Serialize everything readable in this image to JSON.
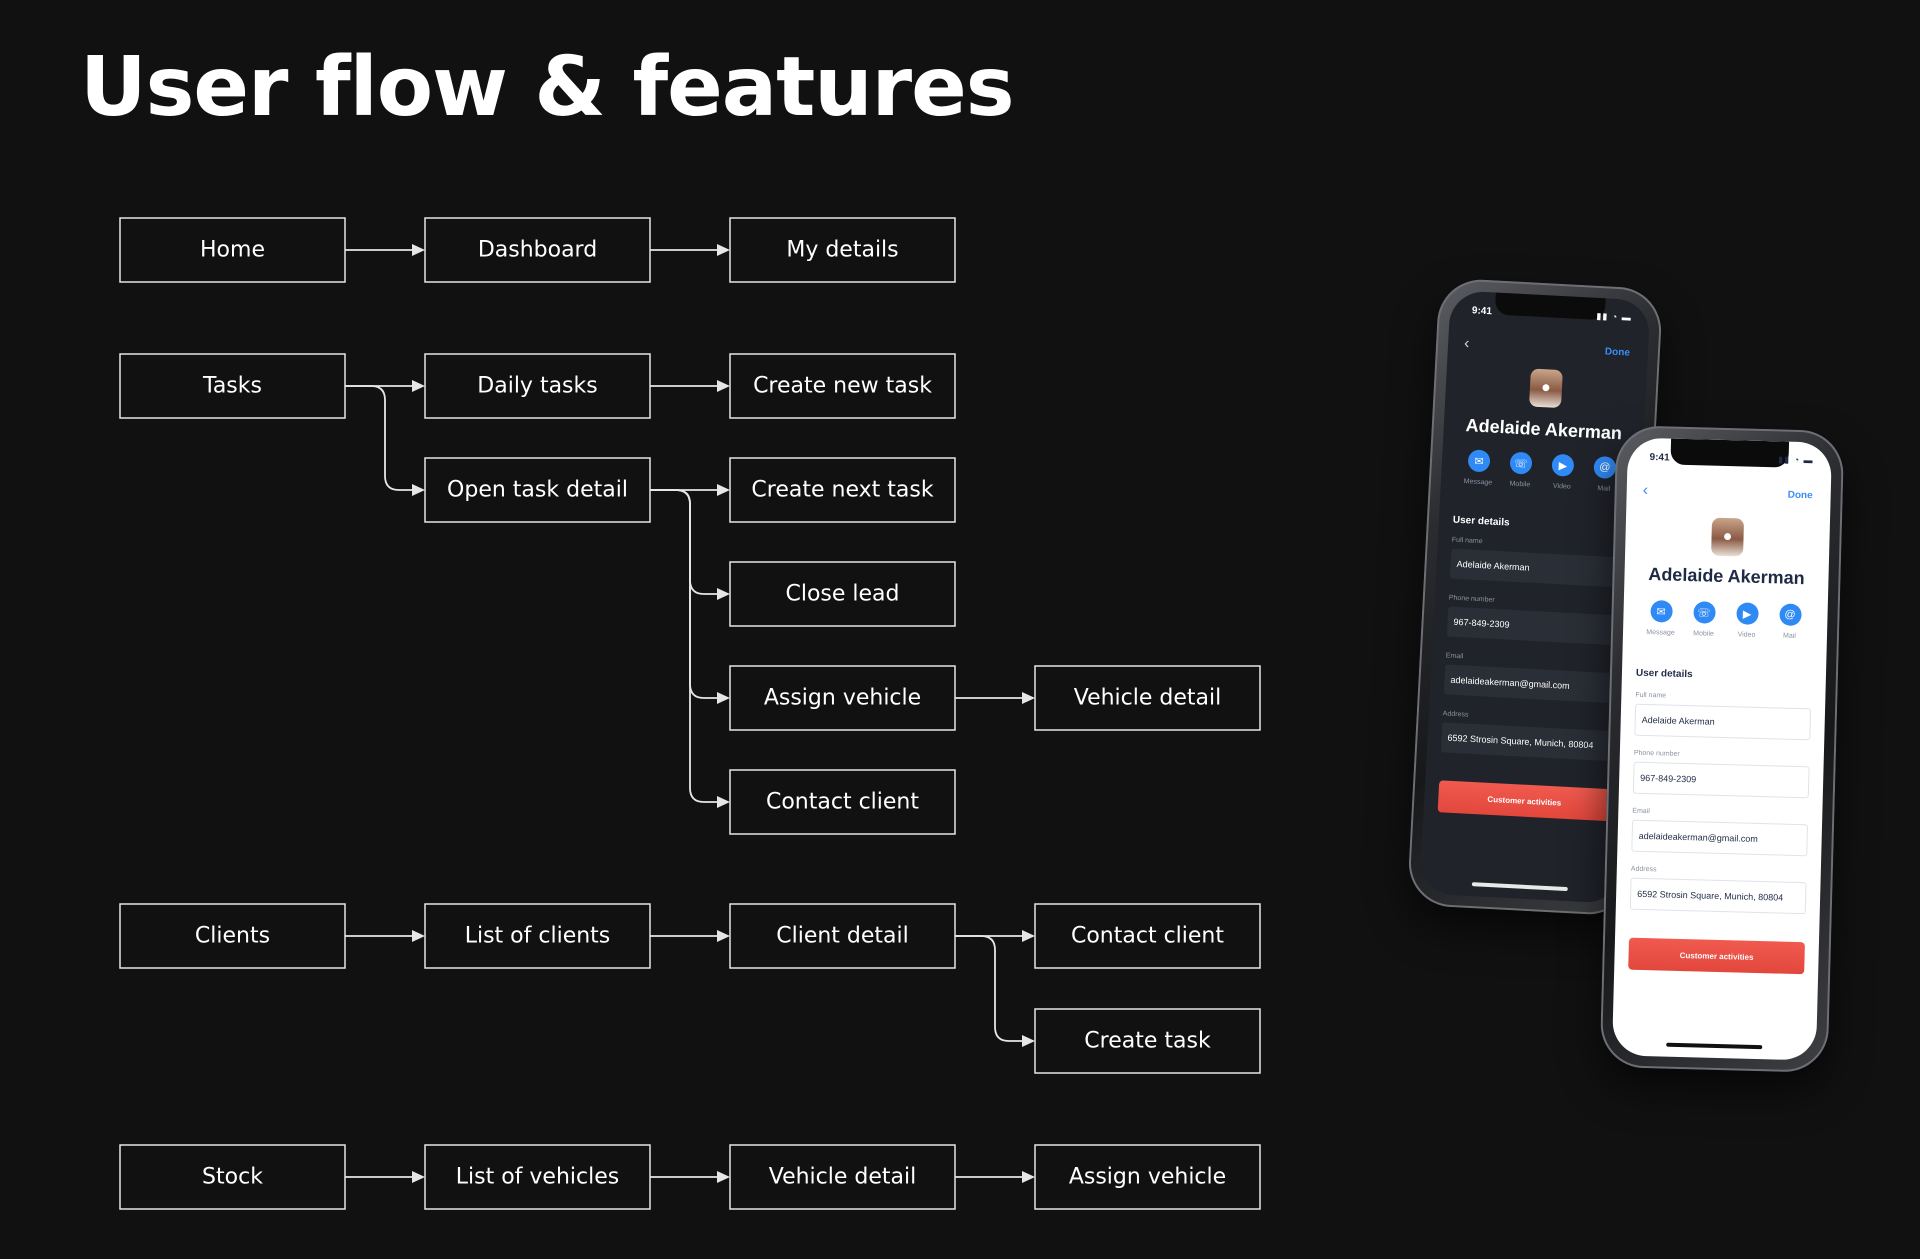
{
  "title": "User flow & features",
  "flow": {
    "nodes": [
      {
        "id": "home",
        "label": "Home"
      },
      {
        "id": "dashboard",
        "label": "Dashboard"
      },
      {
        "id": "my_details",
        "label": "My details"
      },
      {
        "id": "tasks",
        "label": "Tasks"
      },
      {
        "id": "daily_tasks",
        "label": "Daily tasks"
      },
      {
        "id": "create_new_task",
        "label": "Create new task"
      },
      {
        "id": "open_task_detail",
        "label": "Open task detail"
      },
      {
        "id": "create_next_task",
        "label": "Create next task"
      },
      {
        "id": "close_lead",
        "label": "Close lead"
      },
      {
        "id": "assign_vehicle_1",
        "label": "Assign vehicle"
      },
      {
        "id": "vehicle_detail_1",
        "label": "Vehicle detail"
      },
      {
        "id": "contact_client_1",
        "label": "Contact client"
      },
      {
        "id": "clients",
        "label": "Clients"
      },
      {
        "id": "list_of_clients",
        "label": "List of clients"
      },
      {
        "id": "client_detail",
        "label": "Client detail"
      },
      {
        "id": "contact_client_2",
        "label": "Contact client"
      },
      {
        "id": "create_task",
        "label": "Create task"
      },
      {
        "id": "stock",
        "label": "Stock"
      },
      {
        "id": "list_of_vehicles",
        "label": "List of vehicles"
      },
      {
        "id": "vehicle_detail_2",
        "label": "Vehicle detail"
      },
      {
        "id": "assign_vehicle_2",
        "label": "Assign vehicle"
      }
    ],
    "edges": [
      {
        "from": "home",
        "to": "dashboard"
      },
      {
        "from": "dashboard",
        "to": "my_details"
      },
      {
        "from": "tasks",
        "to": "daily_tasks"
      },
      {
        "from": "tasks",
        "to": "open_task_detail"
      },
      {
        "from": "daily_tasks",
        "to": "create_new_task"
      },
      {
        "from": "open_task_detail",
        "to": "create_next_task"
      },
      {
        "from": "open_task_detail",
        "to": "close_lead"
      },
      {
        "from": "open_task_detail",
        "to": "assign_vehicle_1"
      },
      {
        "from": "open_task_detail",
        "to": "contact_client_1"
      },
      {
        "from": "assign_vehicle_1",
        "to": "vehicle_detail_1"
      },
      {
        "from": "clients",
        "to": "list_of_clients"
      },
      {
        "from": "list_of_clients",
        "to": "client_detail"
      },
      {
        "from": "client_detail",
        "to": "contact_client_2"
      },
      {
        "from": "client_detail",
        "to": "create_task"
      },
      {
        "from": "stock",
        "to": "list_of_vehicles"
      },
      {
        "from": "list_of_vehicles",
        "to": "vehicle_detail_2"
      },
      {
        "from": "vehicle_detail_2",
        "to": "assign_vehicle_2"
      }
    ]
  },
  "phone_dark": {
    "time": "9:41",
    "done": "Done",
    "name": "Adelaide Akerman",
    "actions": [
      {
        "label": "Message",
        "icon": "message-icon"
      },
      {
        "label": "Mobile",
        "icon": "phone-icon"
      },
      {
        "label": "Video",
        "icon": "video-icon"
      },
      {
        "label": "Mail",
        "icon": "mail-icon"
      }
    ],
    "section": "User details",
    "fields": [
      {
        "label": "Full name",
        "value": "Adelaide Akerman"
      },
      {
        "label": "Phone number",
        "value": "967-849-2309"
      },
      {
        "label": "Email",
        "value": "adelaideakerman@gmail.com"
      },
      {
        "label": "Address",
        "value": "6592 Strosin Square, Munich, 80804"
      }
    ],
    "cta": "Customer activities"
  },
  "phone_light": {
    "time": "9:41",
    "done": "Done",
    "name": "Adelaide Akerman",
    "actions": [
      {
        "label": "Message",
        "icon": "message-icon"
      },
      {
        "label": "Mobile",
        "icon": "phone-icon"
      },
      {
        "label": "Video",
        "icon": "video-icon"
      },
      {
        "label": "Mail",
        "icon": "mail-icon"
      }
    ],
    "section": "User details",
    "fields": [
      {
        "label": "Full name",
        "value": "Adelaide Akerman"
      },
      {
        "label": "Phone number",
        "value": "967-849-2309"
      },
      {
        "label": "Email",
        "value": "adelaideakerman@gmail.com"
      },
      {
        "label": "Address",
        "value": "6592 Strosin Square, Munich, 80804"
      }
    ],
    "cta": "Customer activities"
  }
}
